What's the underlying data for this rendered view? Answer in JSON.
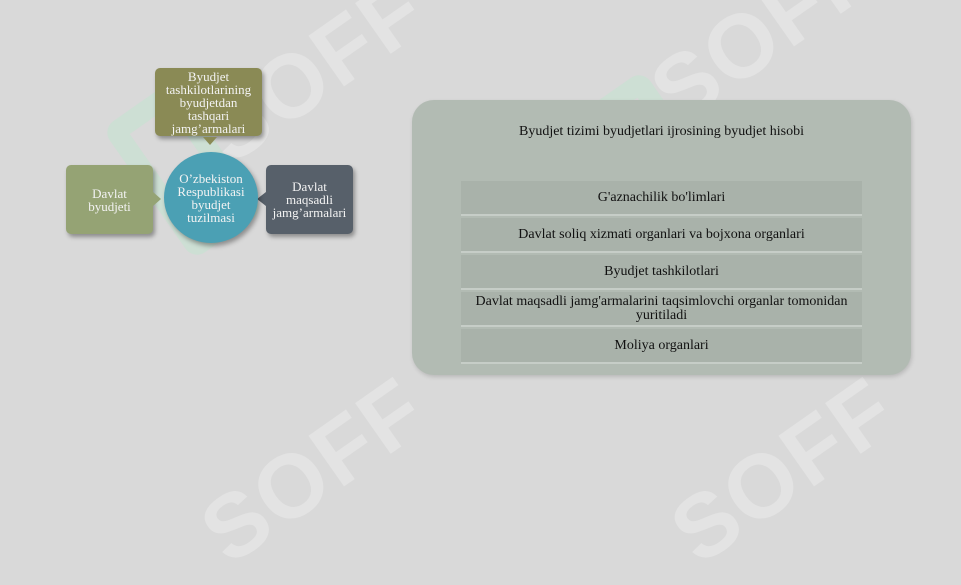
{
  "diagram": {
    "center": "O’zbekiston Respublikasi byudjet tuzilmasi",
    "top": "Byudjet tashkilotlarining byudjetdan tashqari jamg’armalari",
    "left": "Davlat byudjeti",
    "right": "Davlat maqsadli jamg’armalari"
  },
  "panel": {
    "title": "Byudjet tizimi byudjetlari ijrosining byudjet hisobi",
    "items": [
      "G'aznachilik bo'limlari",
      "Davlat soliq xizmati organlari va bojxona organlari",
      "Byudjet tashkilotlari",
      "Davlat maqsadli jamg'armalarini taqsimlovchi organlar tomonidan yuritiladi",
      "Moliya organlari"
    ]
  },
  "watermark": "SOFF",
  "colors": {
    "background": "#d9d9d9",
    "center": "#4ba0b4",
    "top": "#8a8a55",
    "left": "#95a374",
    "right": "#57606a",
    "panel": "#b2bbb3"
  }
}
